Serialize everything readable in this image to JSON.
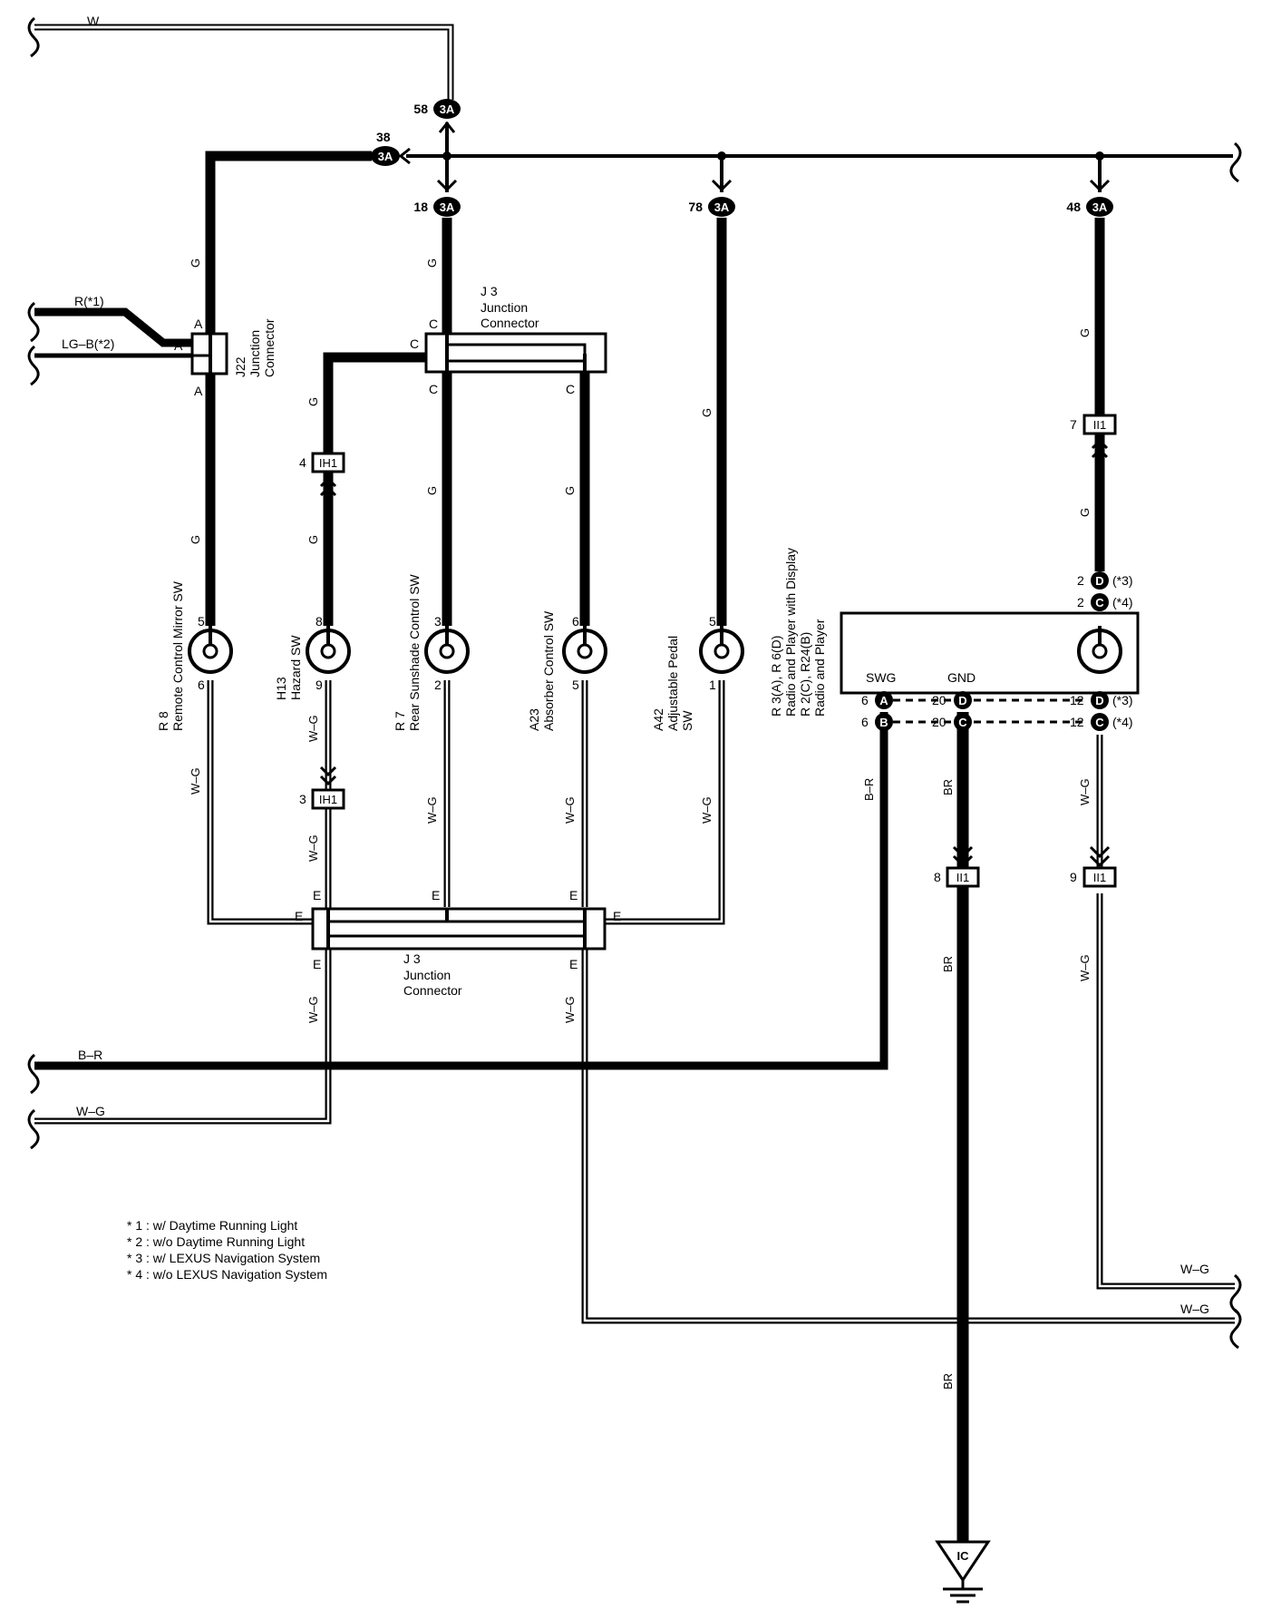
{
  "wire_colors": {
    "W": "W",
    "G": "G",
    "W_G": "W–G",
    "B_R": "B–R",
    "BR": "BR",
    "R1": "R(*1)",
    "LGB2": "LG–B(*2)"
  },
  "pins": {
    "n58": "58",
    "n38": "38",
    "n18": "18",
    "n78": "78",
    "n48": "48",
    "n7": "7",
    "n4": "4",
    "n3": "3",
    "n8": "8",
    "n9": "9",
    "n5": "5",
    "n6": "6",
    "n2": "2",
    "n1": "1",
    "n20": "20",
    "n12": "12",
    "A": "A",
    "B": "B",
    "C": "C",
    "D": "D",
    "E": "E"
  },
  "connectors": {
    "j3": "3A",
    "ih1": "IH1",
    "ii1": "II1",
    "ic": "IC"
  },
  "j22": {
    "code": "J22",
    "name1": "Junction",
    "name2": "Connector"
  },
  "j3": {
    "code": "J 3",
    "name1": "Junction",
    "name2": "Connector"
  },
  "components": {
    "r8": {
      "code": "R 8",
      "name": "Remote Control Mirror SW"
    },
    "h13": {
      "code": "H13",
      "name": "Hazard SW"
    },
    "r7": {
      "code": "R 7",
      "name": "Rear Sunshade Control SW"
    },
    "a23": {
      "code": "A23",
      "name": "Absorber Control SW"
    },
    "a42": {
      "code": "A42",
      "name1": "Adjustable Pedal",
      "name2": "SW"
    },
    "radio": {
      "line1": "R 3(A), R 6(D)",
      "line2": "Radio and Player with Display",
      "line3": "R 2(C), R24(B)",
      "line4": "Radio and Player",
      "swg": "SWG",
      "gnd": "GND"
    }
  },
  "variants": {
    "v3": "(*3)",
    "v4": "(*4)"
  },
  "notes": [
    "* 1 : w/ Daytime Running Light",
    "* 2 : w/o Daytime Running Light",
    "* 3 : w/ LEXUS Navigation System",
    "* 4 : w/o LEXUS Navigation System"
  ]
}
